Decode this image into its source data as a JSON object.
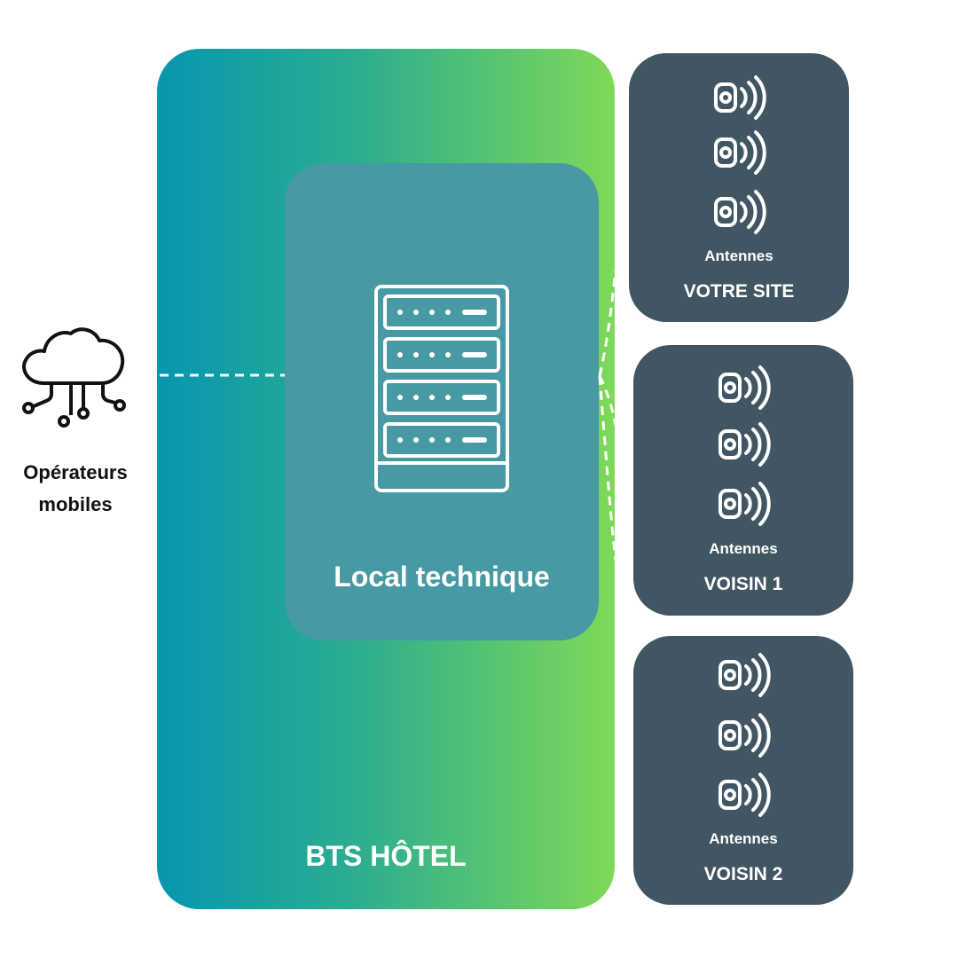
{
  "operators": {
    "label_line1": "Opérateurs",
    "label_line2": "mobiles",
    "icon": "cloud-network-icon"
  },
  "bts": {
    "title": "BTS HÔTEL"
  },
  "local": {
    "title": "Local technique",
    "icon": "server-rack-icon"
  },
  "sites": [
    {
      "name": "VOTRE SITE",
      "antennas_label": "Antennes",
      "antenna_icon": "antenna-icon"
    },
    {
      "name": "VOISIN 1",
      "antennas_label": "Antennes",
      "antenna_icon": "antenna-icon"
    },
    {
      "name": "VOISIN 2",
      "antennas_label": "Antennes",
      "antenna_icon": "antenna-icon"
    }
  ],
  "colors": {
    "gradient_start": "#0696b0",
    "gradient_end": "#7ed957",
    "local_panel": "#4799a3",
    "site_panel": "#415563"
  }
}
